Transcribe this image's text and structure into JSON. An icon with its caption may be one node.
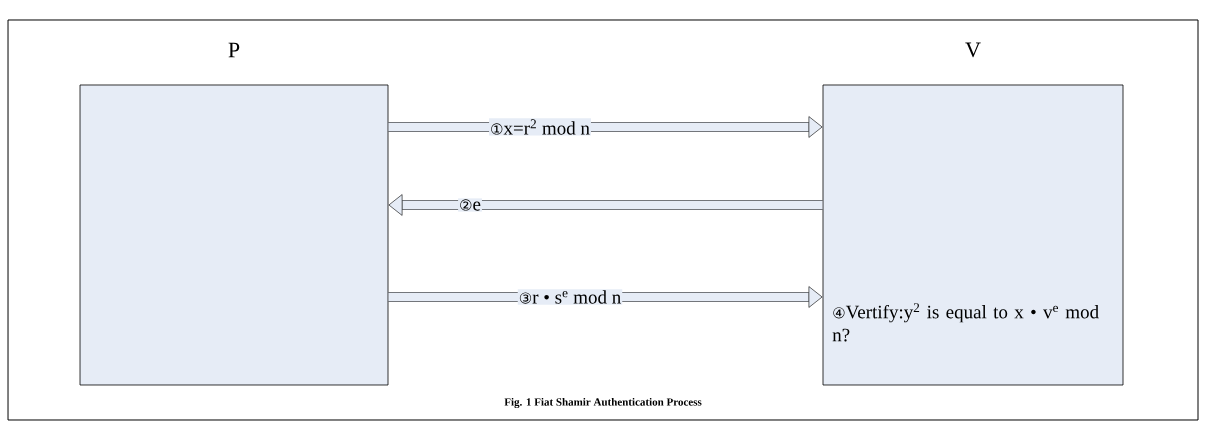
{
  "diagram": {
    "caption": "Fig. 1 Fiat Shamir Authentication Process",
    "nodes": [
      {
        "text": [
          "P"
        ]
      },
      {
        "text": [
          "V",
          "④Vertify:y$^{2}$ is equal to x • v$^{e}$ mod n?"
        ]
      }
    ],
    "edges": [
      {
        "from": 0,
        "to": 1,
        "arrow": "to",
        "label": "①x=r$^{2}$ mod n"
      },
      {
        "from": 1,
        "to": 0,
        "arrow": "to",
        "label": "②e"
      },
      {
        "from": 0,
        "to": 1,
        "arrow": "to",
        "label": "③r • s$^{e}$ mod n"
      }
    ]
  }
}
